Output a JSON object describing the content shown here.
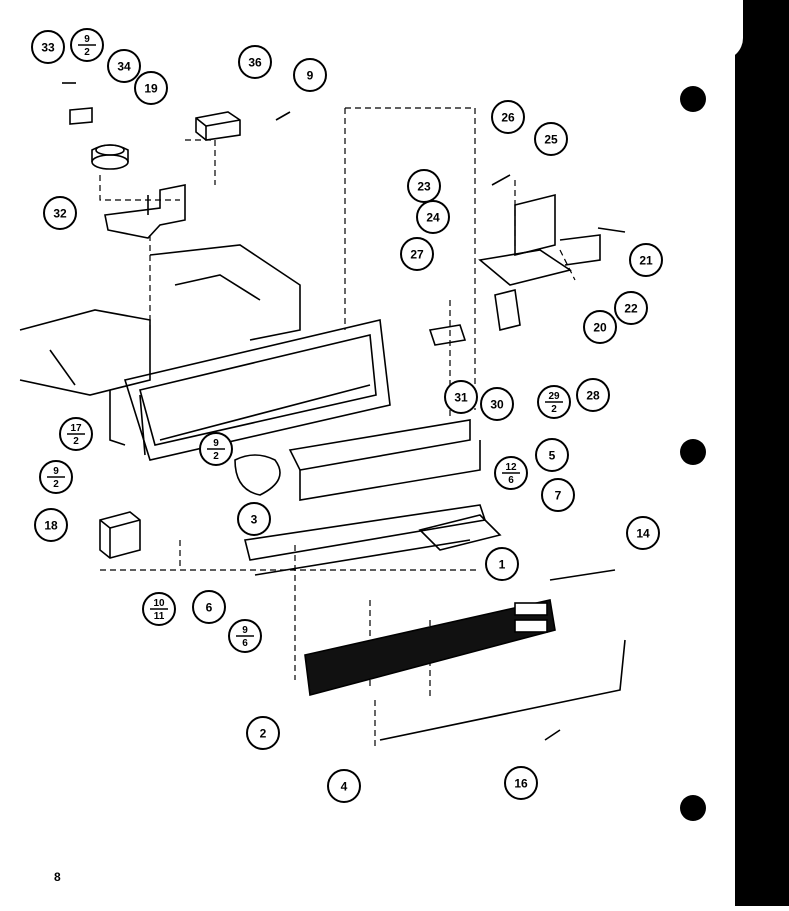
{
  "page": {
    "number": "8"
  },
  "callouts": [
    {
      "id": "c33",
      "top": "33"
    },
    {
      "id": "c9-2-top",
      "top": "9",
      "bottom": "2"
    },
    {
      "id": "c34",
      "top": "34"
    },
    {
      "id": "c19",
      "top": "19"
    },
    {
      "id": "c36",
      "top": "36"
    },
    {
      "id": "c9-top",
      "top": "9"
    },
    {
      "id": "c32",
      "top": "32"
    },
    {
      "id": "c26",
      "top": "26"
    },
    {
      "id": "c25",
      "top": "25"
    },
    {
      "id": "c23",
      "top": "23"
    },
    {
      "id": "c24",
      "top": "24"
    },
    {
      "id": "c27",
      "top": "27"
    },
    {
      "id": "c21",
      "top": "21"
    },
    {
      "id": "c22",
      "top": "22"
    },
    {
      "id": "c20",
      "top": "20"
    },
    {
      "id": "c28",
      "top": "28"
    },
    {
      "id": "c29-2",
      "top": "29",
      "bottom": "2"
    },
    {
      "id": "c30",
      "top": "30"
    },
    {
      "id": "c31",
      "top": "31"
    },
    {
      "id": "c17-2",
      "top": "17",
      "bottom": "2"
    },
    {
      "id": "c9-2-mid",
      "top": "9",
      "bottom": "2"
    },
    {
      "id": "c5",
      "top": "5"
    },
    {
      "id": "c12-6",
      "top": "12",
      "bottom": "6"
    },
    {
      "id": "c7",
      "top": "7"
    },
    {
      "id": "c9-2-left",
      "top": "9",
      "bottom": "2"
    },
    {
      "id": "c18",
      "top": "18"
    },
    {
      "id": "c3",
      "top": "3"
    },
    {
      "id": "c1",
      "top": "1"
    },
    {
      "id": "c14",
      "top": "14"
    },
    {
      "id": "c10-11",
      "top": "10",
      "bottom": "11"
    },
    {
      "id": "c6",
      "top": "6"
    },
    {
      "id": "c9-6",
      "top": "9",
      "bottom": "6"
    },
    {
      "id": "c2",
      "top": "2"
    },
    {
      "id": "c4",
      "top": "4"
    },
    {
      "id": "c16",
      "top": "16"
    }
  ]
}
